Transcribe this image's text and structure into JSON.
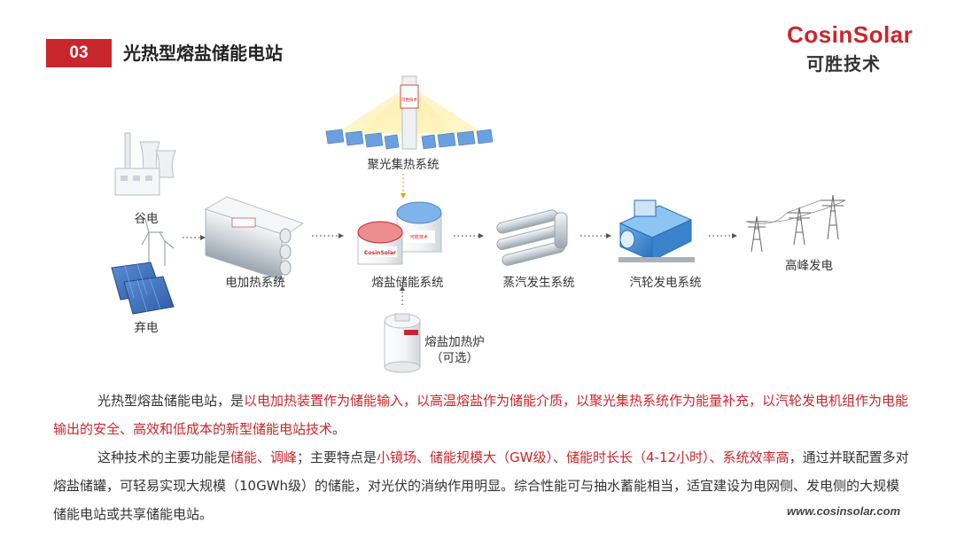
{
  "header": {
    "section_number": "03",
    "section_title": "光热型熔盐储能电站",
    "logo_en": "CosinSolar",
    "logo_cn": "可胜技术"
  },
  "diagram": {
    "valley_power": "谷电",
    "abandoned_power": "弃电",
    "electric_heating": "电加热系统",
    "solar_collection": "聚光集热系统",
    "tower_text": "可胜技术",
    "tank_brand": "CosinSolar",
    "tank_brand_cn": "可胜技术",
    "molten_salt_storage": "熔盐储能系统",
    "heater_line1": "熔盐加热炉",
    "heater_line2": "（可选）",
    "steam_generation": "蒸汽发生系统",
    "turbine_generation": "汽轮发电系统",
    "peak_power": "高峰发电"
  },
  "description": {
    "p1_a": "光热型熔盐储能电站，是",
    "p1_b": "以电加热装置作为储能输入，以高温熔盐作为储能介质，以聚光集热系统作为能量补充，以汽轮发电机组作为电能输出的安全、高效和低成本的新型储能电站技术",
    "p1_c": "。",
    "p2_a": "这种技术的主要功能是",
    "p2_b": "储能、调峰",
    "p2_c": "；主要特点是",
    "p2_d": "小镜场、储能规模大（GW级）、储能时长长（4-12小时）、系统效率高",
    "p2_e": "，通过并联配置多对熔盐储罐，可轻易实现大规模（10GWh级）的储能，对光伏的消纳作用明显。综合性能可与抽水蓄能相当，适宜建设为电网侧、发电侧的大规模储能电站或共享储能电站。"
  },
  "footer": {
    "website": "www.cosinsolar.com"
  },
  "colors": {
    "accent": "#c8262c",
    "icon_blue": "#3a7bd5",
    "arrow": "#555555"
  }
}
